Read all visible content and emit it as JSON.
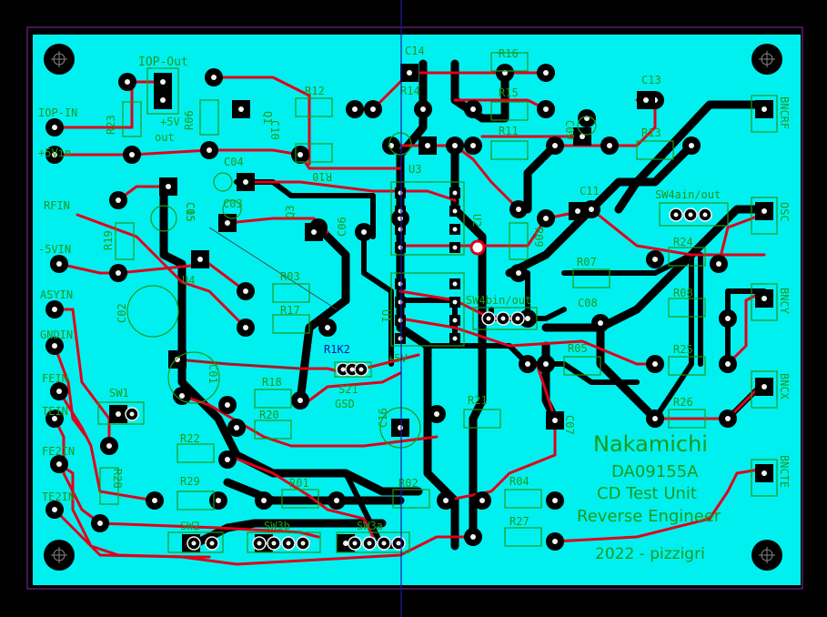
{
  "colors": {
    "background": "#000000",
    "board": "#00f0f0",
    "copper_bottom": "#000000",
    "copper_top": "#e0001a",
    "silkscreen": "#1a9a1a",
    "pad": "#f2f2f2",
    "cursor_line": "#1a1aa0"
  },
  "board": {
    "company": "Nakamichi",
    "part_number": "DA09155A",
    "title1": "CD Test Unit",
    "title2": "Reverse Engineer",
    "credit": "2022 - pizzigri"
  },
  "connectors_left": [
    "IOP-IN",
    "+5Vin",
    "RFIN",
    "-5VIN",
    "ASYIN",
    "GNDIN",
    "FEIN",
    "TEIN",
    "FE2IN",
    "TE2IN"
  ],
  "connectors_right": [
    "BNCRF",
    "OSC",
    "BNCY",
    "BNCX",
    "BNCTE"
  ],
  "top_labels": {
    "iop_out": "IOP-Out",
    "plus5v": "+5V",
    "out": "out",
    "sw4": "SW4ain/out",
    "sw4b": "SW4bin/out",
    "gsd": "GSD",
    "plus5v_b": "+5V"
  },
  "switches": [
    "SW1",
    "SW2",
    "SW3b",
    "SW3a"
  ],
  "icons": [
    "mounting-hole-icon"
  ],
  "refs": [
    "C14",
    "R16",
    "R14",
    "R15",
    "C13",
    "R12",
    "R11",
    "R13",
    "C10",
    "C09",
    "R10",
    "C04",
    "C05",
    "C03",
    "R23",
    "R06",
    "U3",
    "U2",
    "U1",
    "C11",
    "R09",
    "R24",
    "C01",
    "C06",
    "R19",
    "C02",
    "R03",
    "R17",
    "R07",
    "C08",
    "R08",
    "R05",
    "R25",
    "R18",
    "R20",
    "R21",
    "C07",
    "R26",
    "C16",
    "R22",
    "R29",
    "R01",
    "R02",
    "R04",
    "R27",
    "R28",
    "S21",
    "R1K2",
    "Q1",
    "U4",
    "Q3",
    "C15"
  ]
}
